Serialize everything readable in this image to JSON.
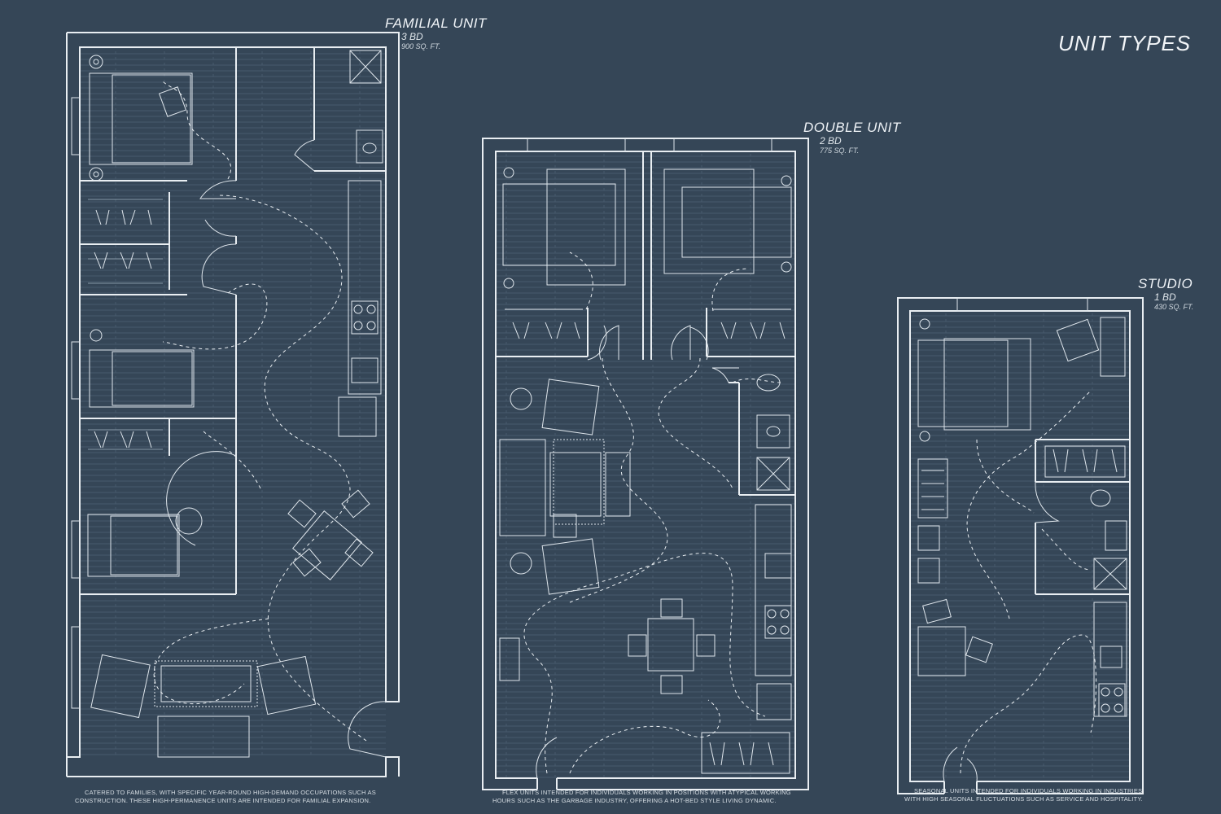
{
  "title": "UNIT TYPES",
  "units": [
    {
      "name": "FAMILIAL UNIT",
      "beds": "3 BD",
      "area": "900 SQ. FT.",
      "caption": "CATERED TO FAMILIES, WITH SPECIFIC YEAR-ROUND HIGH-DEMAND OCCUPATIONS SUCH AS CONSTRUCTION. THESE HIGH-PERMANENCE UNITS ARE INTENDED FOR FAMILIAL EXPANSION."
    },
    {
      "name": "DOUBLE UNIT",
      "beds": "2 BD",
      "area": "775 SQ. FT.",
      "caption": "FLEX UNITS INTENDED FOR INDIVIDUALS WORKING IN POSITIONS WITH ATYPICAL WORKING HOURS SUCH AS THE GARBAGE INDUSTRY, OFFERING A HOT-BED STYLE LIVING DYNAMIC."
    },
    {
      "name": "STUDIO",
      "beds": "1 BD",
      "area": "430 SQ. FT.",
      "caption": "SEASONAL UNITS INTENDED FOR INDIVIDUALS WORKING IN INDUSTRIES WITH HIGH SEASONAL FLUCTUATIONS SUCH AS SERVICE AND HOSPITALITY."
    }
  ],
  "colors": {
    "background": "#354657",
    "linework": "#e9eef2"
  }
}
